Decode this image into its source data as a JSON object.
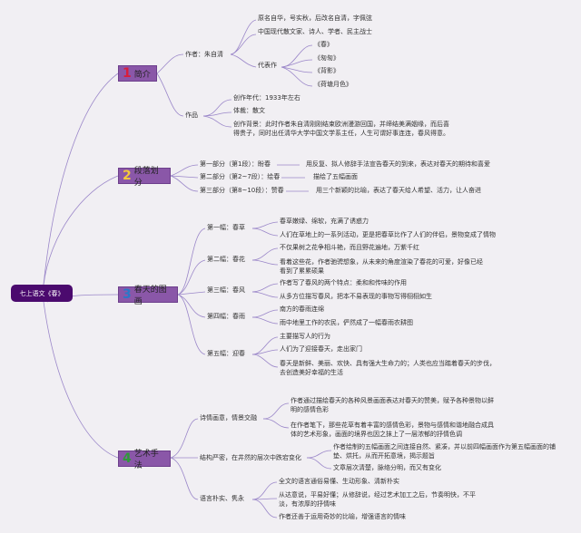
{
  "root": "七上语文《春》",
  "colors": {
    "root": "#4b0a6e",
    "branch": "#8a57a8",
    "line": "#9b87c9",
    "n1": "#d81e3c",
    "n2": "#f5c93a",
    "n3": "#2a78c8",
    "n4": "#2f9a3a"
  },
  "b1": {
    "num": "1",
    "label": "简介",
    "author": "作者：朱自清",
    "a1": "原名自华，号实秋，后改名自清，字佩弦",
    "a2": "中国现代散文家、诗人、学者、民主战士",
    "rep": "代表作",
    "w1": "《春》",
    "w2": "《匆匆》",
    "w3": "《背影》",
    "w4": "《荷塘月色》",
    "work": "作品",
    "c1": "创作年代：1933年左右",
    "c2": "体裁：散文",
    "c3": "创作背景：此时作者朱自清刚刚结束欧洲漫游回国，并缔结美满姻缘，而后喜得贵子，同时出任清华大学中国文学系主任，人生可谓好事连连，春风得意。"
  },
  "b2": {
    "num": "2",
    "label": "段落划分",
    "p1": "第一部分（第1段）：盼春",
    "d1": "用反复、拟人修辞手法宣告春天的到来，表达对春天的期待和喜爱",
    "p2": "第二部分（第2~7段）：绘春",
    "d2": "描绘了五幅画面",
    "p3": "第三部分（第8~10段）：赞春",
    "d3": "用三个新颖的比喻，表达了春天给人希望、活力，让人奋进"
  },
  "b3": {
    "num": "3",
    "label": "春天的图画",
    "s1": "第一幅：春草",
    "s1a": "春草嫩绿、绵软，充满了诱惑力",
    "s1b": "人们在草地上的一系列活动，更是把春草比作了人们的伴侣，景物变成了情物",
    "s2": "第二幅：春花",
    "s2a": "不仅果树之花争相斗艳，而且野花遍地，万紫千红",
    "s2b": "看着这些花，作者驰骋想象，从未来的角度渲染了春花的可爱，好像已经看到了累累硕果",
    "s3": "第三幅：春风",
    "s3a": "作者写了春风的两个特点：柔和和传味的作用",
    "s3b": "从多方位描写春风，把本不易表现的事物写得栩栩如生",
    "s4": "第四幅：春雨",
    "s4a": "南方的春雨连绵",
    "s4b": "雨中地里工作的农民，俨然成了一幅春雨农耕图",
    "s5": "第五幅：迎春",
    "s5a": "主要描写人的行为",
    "s5b": "人们为了迎接春天，走出家门",
    "s5c": "春天是新鲜、美丽、欢快、具有强大生命力的；人类也应当踏着春天的步伐，去创造美好幸福的生活"
  },
  "b4": {
    "num": "4",
    "label": "艺术手法",
    "m1": "诗情画意，情景交融",
    "m1a": "作者通过描绘春天的各种风景画面表达对春天的赞美，赋予各种景物以鲜明的感情色彩",
    "m1b": "在作者笔下，那些花草有着丰富的感情色彩，景物与感情和谐地融合成具体的艺术形象，画面的境界也因之抹上了一层浓郁的抒情色调",
    "m2": "结构严密，在井然的层次中跌宕变化",
    "m2a": "作者绘制的五幅画面之间连接自然、紧凑，并以前四幅画面作为第五幅画面的铺垫、烘托，从而开拓意境，揭示题旨",
    "m2b": "文章层次清楚，脉络分明，而又有变化",
    "m3": "语言朴实、隽永",
    "m3a": "全文的语言通俗易懂、生动形象、清新朴实",
    "m3b": "从达意说，平易好懂；从修辞说，经过艺术加工之后，节奏明快，不平淡，有浓厚的抒情味",
    "m3c": "作者还善于运用奇妙的比喻，增强语言的情味"
  }
}
